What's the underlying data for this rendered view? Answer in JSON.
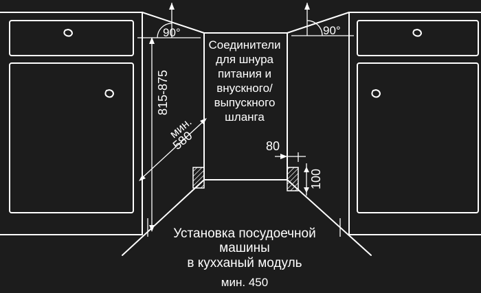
{
  "labels": {
    "connectors": [
      "Соединители",
      "для шнура",
      "питания и",
      "внускного/",
      "выпускного",
      "шланга"
    ],
    "angle_left": "90°",
    "angle_right": "90°",
    "height_range": "815-875",
    "min_depth_line1": "мин.",
    "min_depth_line2": "580",
    "gap_80": "80",
    "gap_100": "100",
    "title": [
      "Установка посудоечной",
      "машины",
      "в кухханый модуль"
    ],
    "min_width": "мин. 450"
  },
  "colors": {
    "background": "#1c1c1c",
    "line": "#ffffff"
  }
}
